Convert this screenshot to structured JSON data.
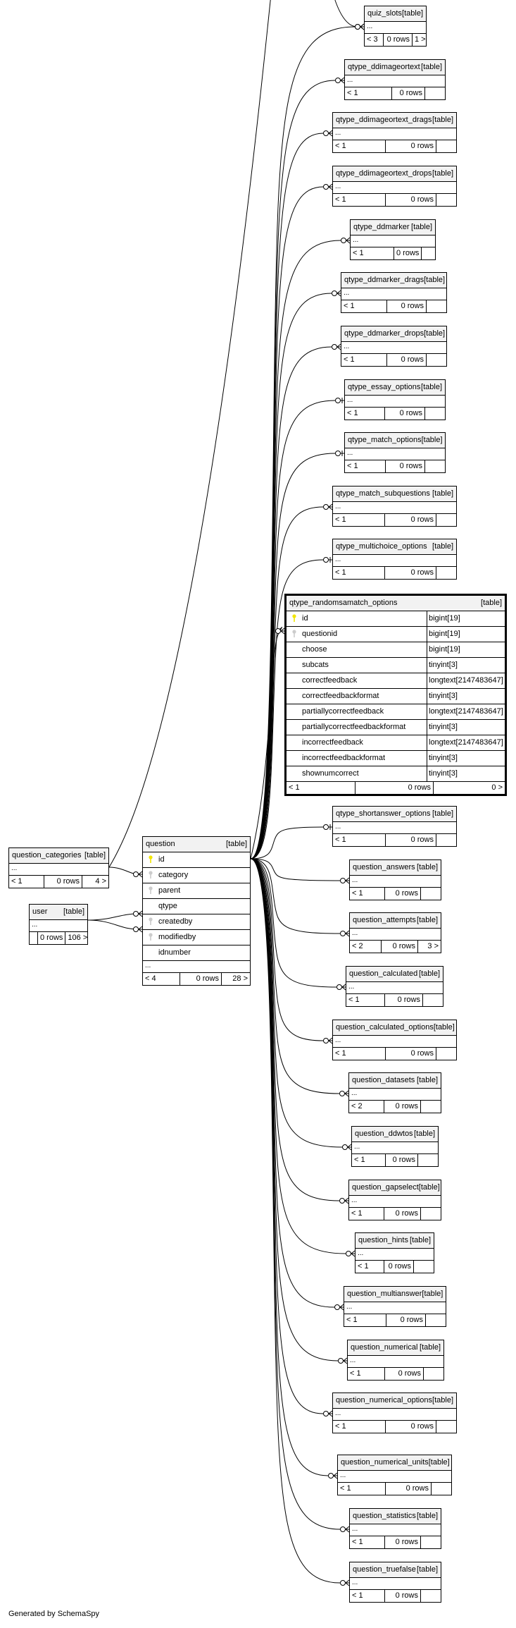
{
  "footer": "Generated by SchemaSpy",
  "table_tag": "[table]",
  "ellipsis": "...",
  "question": {
    "name": "question",
    "columns": [
      {
        "name": "id",
        "key": "primary"
      },
      {
        "name": "category",
        "key": "foreign"
      },
      {
        "name": "parent",
        "key": "foreign"
      },
      {
        "name": "qtype",
        "key": "none"
      },
      {
        "name": "createdby",
        "key": "foreign"
      },
      {
        "name": "modifiedby",
        "key": "foreign"
      },
      {
        "name": "idnumber",
        "key": "none"
      }
    ],
    "parents": "< 4",
    "rows": "0 rows",
    "children": "28 >"
  },
  "question_categories": {
    "name": "question_categories",
    "parents": "< 1",
    "rows": "0 rows",
    "children": "4 >"
  },
  "user": {
    "name": "user",
    "parents": "",
    "rows": "0 rows",
    "children": "106 >"
  },
  "randomsamatch": {
    "name": "qtype_randomsamatch_options",
    "columns": [
      {
        "name": "id",
        "type": "bigint[19]",
        "key": "primary"
      },
      {
        "name": "questionid",
        "type": "bigint[19]",
        "key": "foreign"
      },
      {
        "name": "choose",
        "type": "bigint[19]",
        "key": "none"
      },
      {
        "name": "subcats",
        "type": "tinyint[3]",
        "key": "none"
      },
      {
        "name": "correctfeedback",
        "type": "longtext[2147483647]",
        "key": "none"
      },
      {
        "name": "correctfeedbackformat",
        "type": "tinyint[3]",
        "key": "none"
      },
      {
        "name": "partiallycorrectfeedback",
        "type": "longtext[2147483647]",
        "key": "none"
      },
      {
        "name": "partiallycorrectfeedbackformat",
        "type": "tinyint[3]",
        "key": "none"
      },
      {
        "name": "incorrectfeedback",
        "type": "longtext[2147483647]",
        "key": "none"
      },
      {
        "name": "incorrectfeedbackformat",
        "type": "tinyint[3]",
        "key": "none"
      },
      {
        "name": "shownumcorrect",
        "type": "tinyint[3]",
        "key": "none"
      }
    ],
    "parents": "< 1",
    "rows": "0 rows",
    "children": "0 >"
  },
  "children_tables": [
    {
      "name": "quiz_slots",
      "parents": "< 3",
      "rows": "0 rows",
      "children": "1 >",
      "cardinality": "many"
    },
    {
      "name": "qtype_ddimageortext",
      "parents": "< 1",
      "rows": "0 rows",
      "children": "",
      "cardinality": "many"
    },
    {
      "name": "qtype_ddimageortext_drags",
      "parents": "< 1",
      "rows": "0 rows",
      "children": "",
      "cardinality": "many"
    },
    {
      "name": "qtype_ddimageortext_drops",
      "parents": "< 1",
      "rows": "0 rows",
      "children": "",
      "cardinality": "many"
    },
    {
      "name": "qtype_ddmarker",
      "parents": "< 1",
      "rows": "0 rows",
      "children": "",
      "cardinality": "many"
    },
    {
      "name": "qtype_ddmarker_drags",
      "parents": "< 1",
      "rows": "0 rows",
      "children": "",
      "cardinality": "many"
    },
    {
      "name": "qtype_ddmarker_drops",
      "parents": "< 1",
      "rows": "0 rows",
      "children": "",
      "cardinality": "many"
    },
    {
      "name": "qtype_essay_options",
      "parents": "< 1",
      "rows": "0 rows",
      "children": "",
      "cardinality": "one"
    },
    {
      "name": "qtype_match_options",
      "parents": "< 1",
      "rows": "0 rows",
      "children": "",
      "cardinality": "one"
    },
    {
      "name": "qtype_match_subquestions",
      "parents": "< 1",
      "rows": "0 rows",
      "children": "",
      "cardinality": "many"
    },
    {
      "name": "qtype_multichoice_options",
      "parents": "< 1",
      "rows": "0 rows",
      "children": "",
      "cardinality": "one"
    },
    {
      "name": "qtype_shortanswer_options",
      "parents": "< 1",
      "rows": "0 rows",
      "children": "",
      "cardinality": "one"
    },
    {
      "name": "question_answers",
      "parents": "< 1",
      "rows": "0 rows",
      "children": "",
      "cardinality": "many"
    },
    {
      "name": "question_attempts",
      "parents": "< 2",
      "rows": "0 rows",
      "children": "3 >",
      "cardinality": "many"
    },
    {
      "name": "question_calculated",
      "parents": "< 1",
      "rows": "0 rows",
      "children": "",
      "cardinality": "many"
    },
    {
      "name": "question_calculated_options",
      "parents": "< 1",
      "rows": "0 rows",
      "children": "",
      "cardinality": "many"
    },
    {
      "name": "question_datasets",
      "parents": "< 2",
      "rows": "0 rows",
      "children": "",
      "cardinality": "many"
    },
    {
      "name": "question_ddwtos",
      "parents": "< 1",
      "rows": "0 rows",
      "children": "",
      "cardinality": "many"
    },
    {
      "name": "question_gapselect",
      "parents": "< 1",
      "rows": "0 rows",
      "children": "",
      "cardinality": "many"
    },
    {
      "name": "question_hints",
      "parents": "< 1",
      "rows": "0 rows",
      "children": "",
      "cardinality": "many"
    },
    {
      "name": "question_multianswer",
      "parents": "< 1",
      "rows": "0 rows",
      "children": "",
      "cardinality": "many"
    },
    {
      "name": "question_numerical",
      "parents": "< 1",
      "rows": "0 rows",
      "children": "",
      "cardinality": "many"
    },
    {
      "name": "question_numerical_options",
      "parents": "< 1",
      "rows": "0 rows",
      "children": "",
      "cardinality": "many"
    },
    {
      "name": "question_numerical_units",
      "parents": "< 1",
      "rows": "0 rows",
      "children": "",
      "cardinality": "many"
    },
    {
      "name": "question_statistics",
      "parents": "< 1",
      "rows": "0 rows",
      "children": "",
      "cardinality": "many"
    },
    {
      "name": "question_truefalse",
      "parents": "< 1",
      "rows": "0 rows",
      "children": "",
      "cardinality": "many"
    }
  ]
}
